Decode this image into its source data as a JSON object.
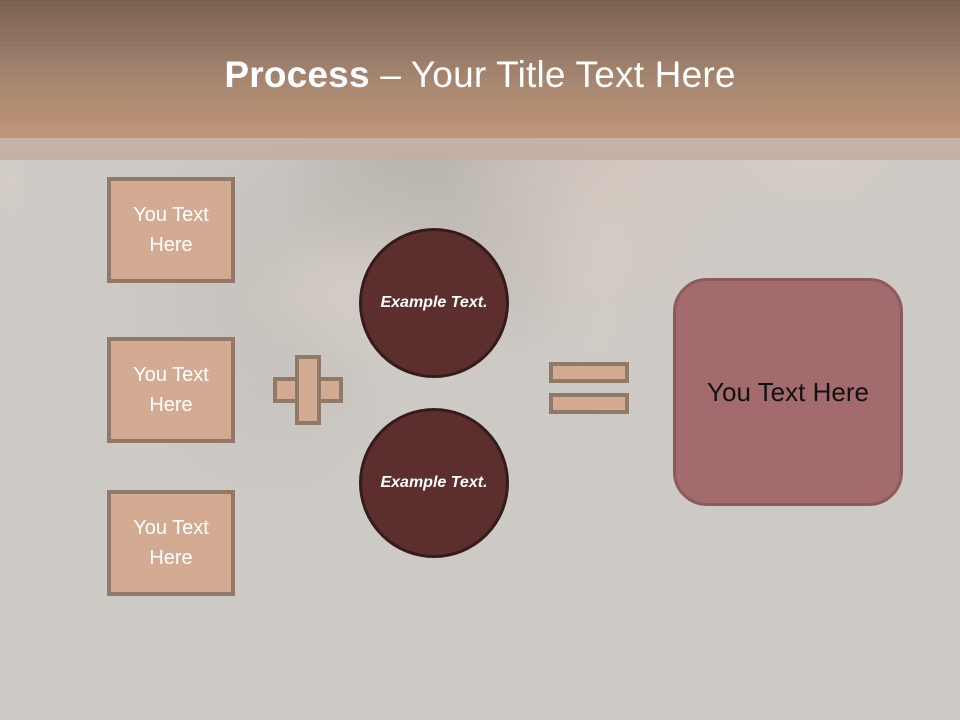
{
  "slide": {
    "type": "process-diagram-slide",
    "background_color": "#cdc9c5",
    "header": {
      "gradient_from": "#7c6251",
      "gradient_to": "#c0957a",
      "strip_color": "#c4b1a8",
      "title_bold": "Process",
      "title_regular": " – Your Title Text Here",
      "title_color": "#ffffff"
    }
  },
  "diagram": {
    "colors": {
      "tan_fill": "#d3ab93",
      "tan_border": "#91796a",
      "maroon_fill": "#5d2e2e",
      "maroon_border": "#361b1b",
      "rose_fill": "#a36b6d",
      "rose_border": "#8a5a5c",
      "white_text": "#ffffff",
      "dark_text": "#111111"
    },
    "input_boxes": [
      {
        "label": "You Text Here"
      },
      {
        "label": "You Text Here"
      },
      {
        "label": "You Text Here"
      }
    ],
    "operator_plus": {
      "symbol": "+",
      "name": "plus"
    },
    "circles": [
      {
        "label": "Example Text."
      },
      {
        "label": "Example Text."
      }
    ],
    "operator_equals": {
      "symbol": "=",
      "name": "equals"
    },
    "result_box": {
      "label": "You Text Here"
    }
  }
}
